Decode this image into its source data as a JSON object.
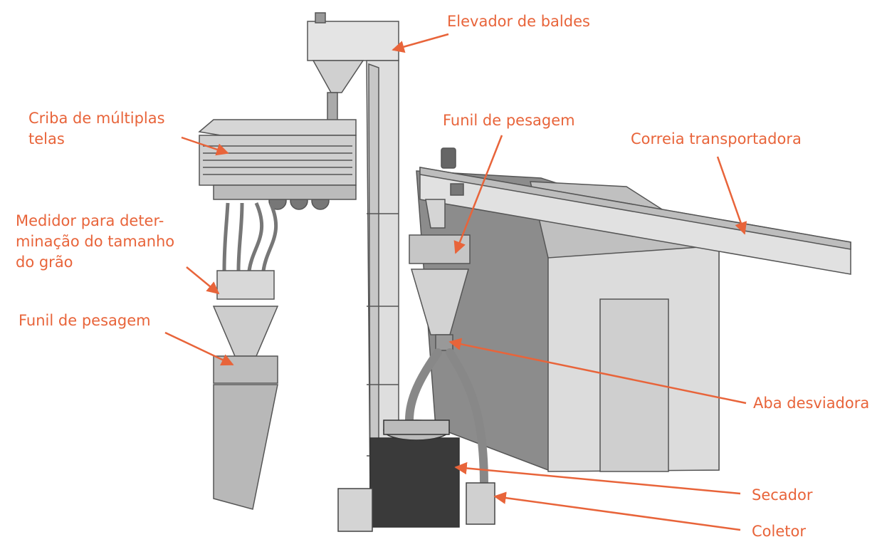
{
  "colors": {
    "accent": "#e8643a",
    "metal_light": "#e6e6e6",
    "metal_mid": "#c8c8c8",
    "metal_dark": "#a9a9a9",
    "building_front": "#dcdcdc",
    "building_side": "#8c8c8c",
    "dryer": "#3a3a3a",
    "outline": "#555555"
  },
  "labels": {
    "bucket_elevator": "Elevador de baldes",
    "sieve_line1": "Criba de múltiplas",
    "sieve_line2": "telas",
    "weigh_hopper_top": "Funil de pesagem",
    "conveyor_belt": "Correia transportadora",
    "grain_meter_line1": "Medidor para deter-",
    "grain_meter_line2": "minação do tamanho",
    "grain_meter_line3": "do grão",
    "weigh_hopper_left": "Funil de pesagem",
    "diverter_flap": "Aba desviadora",
    "dryer": "Secador",
    "collector": "Coletor"
  }
}
